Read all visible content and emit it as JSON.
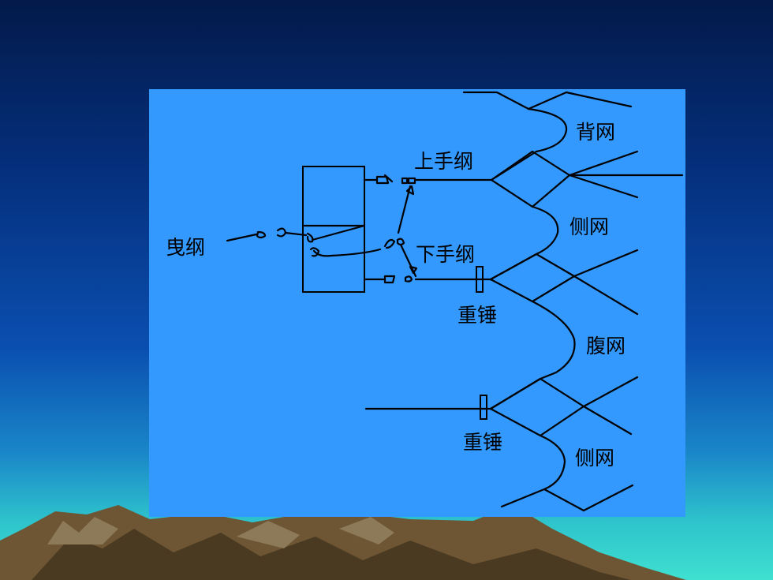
{
  "slide": {
    "background_top": "#031a4a",
    "background_bottom": "#3fe0d0",
    "panel_color": "#3399ff"
  },
  "diagram": {
    "labels": {
      "back_net": "背网",
      "upper_line": "上手纲",
      "side_net_1": "侧网",
      "drag_line": "曳纲",
      "lower_line": "下手纲",
      "weight_1": "重锤",
      "belly_net": "腹网",
      "weight_2": "重锤",
      "side_net_2": "侧网"
    }
  }
}
